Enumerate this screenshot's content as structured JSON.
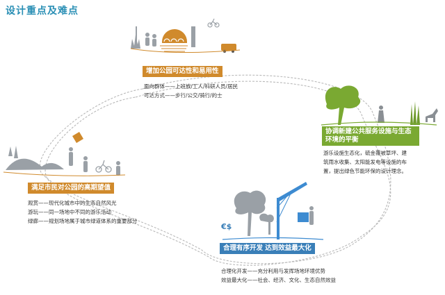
{
  "title": "设计重点及难点",
  "colors": {
    "title": "#2a8fb5",
    "orange": "#d08a2c",
    "green": "#7aa932",
    "blue": "#3a7fb8",
    "blue_light": "#3d8bd1",
    "illustration": "#9aa0a6",
    "loop": "#b8b8b8"
  },
  "nodes": {
    "access": {
      "label": "增加公园可达性和易用性",
      "lines": [
        "面向群体——上班族/工人/科研人员/居民",
        "可达方式——步行/公交/骑行/的士"
      ]
    },
    "balance": {
      "label": "协调新建公共服务设施与生态环境的平衡",
      "lines": [
        "游乐设施生态化，硫金覆被草坪、建",
        "筑雨水收集、太阳能发电等设施的布",
        "置，提出绿色节能环保的设计理念。"
      ]
    },
    "needs": {
      "label": "满足市民对公园的高期望值",
      "lines": [
        "观赏——现代化城市中的生态自然风光",
        "游玩——同一场地中不同的游乐活动",
        "绿廊——规划场地属于城市绿道体系的重要部分"
      ]
    },
    "benefit": {
      "label": "合理有序开发 达到效益最大化",
      "lines": [
        "合理化开发——充分利用与发挥场地环境优势",
        "效益最大化——社会、经济、文化、生态自然效益"
      ]
    },
    "money_icon": "€$"
  }
}
